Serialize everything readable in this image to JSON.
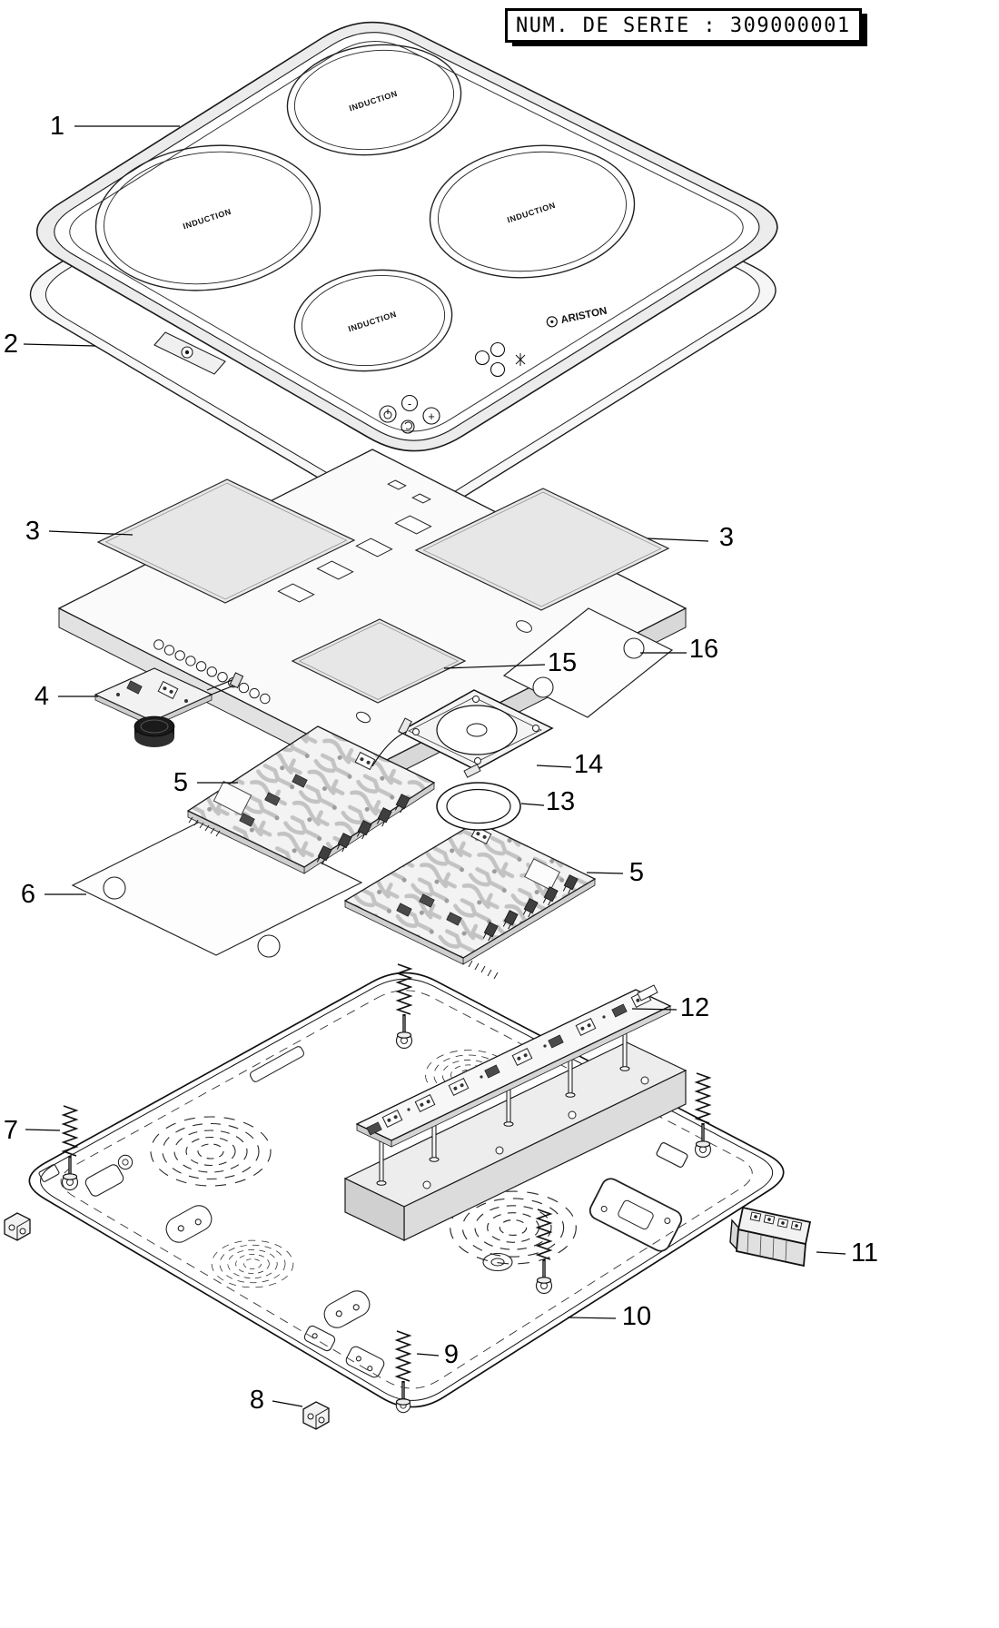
{
  "serial_plate": {
    "label": "NUM. DE SERIE : 309000001"
  },
  "cooktop": {
    "brand": "ARISTON",
    "zone_label": "INDUCTION",
    "buttons": {
      "plus": "+",
      "minus": "-"
    }
  },
  "callouts": {
    "c1": "1",
    "c2": "2",
    "c3a": "3",
    "c3b": "3",
    "c4": "4",
    "c5a": "5",
    "c5b": "5",
    "c6": "6",
    "c7": "7",
    "c8": "8",
    "c9": "9",
    "c10": "10",
    "c11": "11",
    "c12": "12",
    "c13": "13",
    "c14": "14",
    "c15": "15",
    "c16": "16"
  },
  "colors": {
    "ink": "#111111",
    "paper": "#ffffff",
    "shade": "#e6e6e6",
    "trace": "#c3c3c3"
  }
}
